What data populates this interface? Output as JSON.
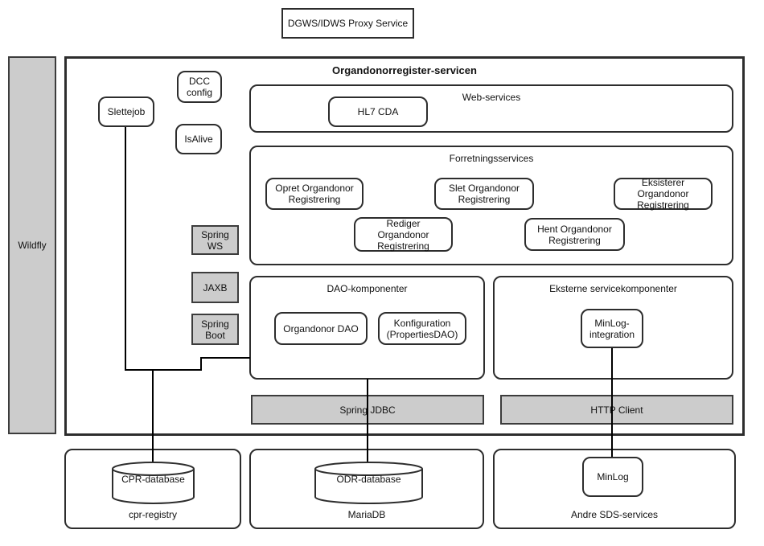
{
  "colors": {
    "background": "#ffffff",
    "node_fill": "#ffffff",
    "gray_fill": "#cccccc",
    "border": "#2d2d2d",
    "line": "#000000",
    "text": "#111111"
  },
  "proxy": {
    "label": "DGWS/IDWS Proxy Service"
  },
  "wildfly": {
    "label": "Wildfly"
  },
  "main": {
    "title": "Organdonorregister-servicen"
  },
  "misc_nodes": {
    "dcc_config": "DCC config",
    "slettejob": "Slettejob",
    "isalive": "IsAlive"
  },
  "web_services": {
    "label": "Web-services",
    "hl7_cda": "HL7 CDA"
  },
  "forretningsservices": {
    "label": "Forretningsservices",
    "opret": "Opret Organdonor Registrering",
    "slet": "Slet Organdonor Registrering",
    "eksisterer": "Eksisterer Organdonor Registrering",
    "rediger": "Rediger Organdonor Registrering",
    "hent": "Hent Organdonor Registrering"
  },
  "tech": {
    "spring_ws": "Spring WS",
    "jaxb": "JAXB",
    "spring_boot": "Spring Boot"
  },
  "dao": {
    "label": "DAO-komponenter",
    "organdonor_dao": "Organdonor DAO",
    "konfiguration": "Konfiguration (PropertiesDAO)"
  },
  "eksterne": {
    "label": "Eksterne servicekomponenter",
    "minlog_integration": "MinLog-integration"
  },
  "bars": {
    "spring_jdbc": "Spring JDBC",
    "http_client": "HTTP Client"
  },
  "bottom": {
    "cpr_registry": {
      "label": "cpr-registry",
      "database": "CPR-database"
    },
    "mariadb": {
      "label": "MariaDB",
      "database": "ODR-database"
    },
    "andre_sds": {
      "label": "Andre SDS-services",
      "minlog": "MinLog"
    }
  }
}
